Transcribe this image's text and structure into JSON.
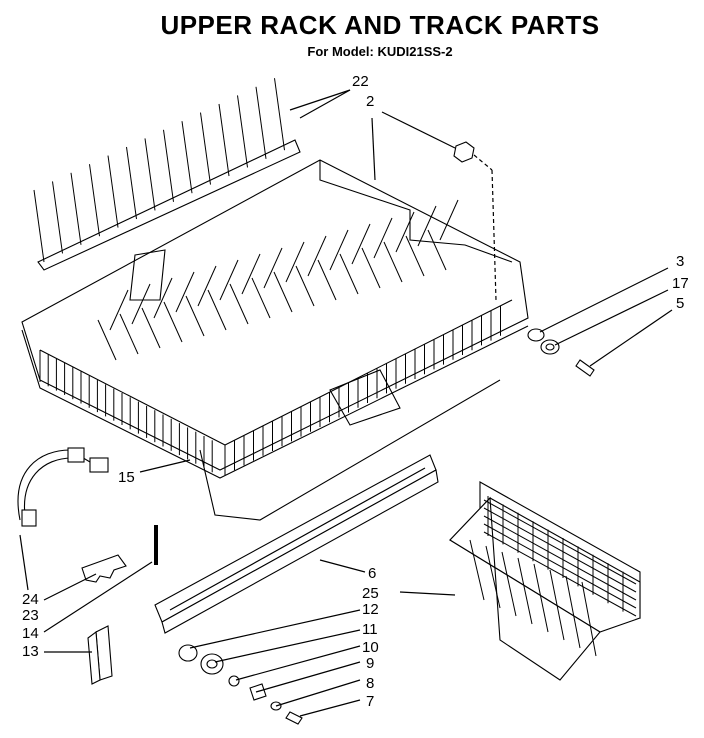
{
  "title": "UPPER RACK AND TRACK PARTS",
  "subtitle": "For Model: KUDI21SS-2",
  "callouts": [
    {
      "id": "c22",
      "text": "22"
    },
    {
      "id": "c2",
      "text": "2"
    },
    {
      "id": "c3",
      "text": "3"
    },
    {
      "id": "c17",
      "text": "17"
    },
    {
      "id": "c5",
      "text": "5"
    },
    {
      "id": "c15",
      "text": "15"
    },
    {
      "id": "c6",
      "text": "6"
    },
    {
      "id": "c25",
      "text": "25"
    },
    {
      "id": "c12",
      "text": "12"
    },
    {
      "id": "c11",
      "text": "11"
    },
    {
      "id": "c10",
      "text": "10"
    },
    {
      "id": "c9",
      "text": "9"
    },
    {
      "id": "c8",
      "text": "8"
    },
    {
      "id": "c7",
      "text": "7"
    },
    {
      "id": "c24",
      "text": "24"
    },
    {
      "id": "c23",
      "text": "23"
    },
    {
      "id": "c14",
      "text": "14"
    },
    {
      "id": "c13",
      "text": "13"
    }
  ]
}
